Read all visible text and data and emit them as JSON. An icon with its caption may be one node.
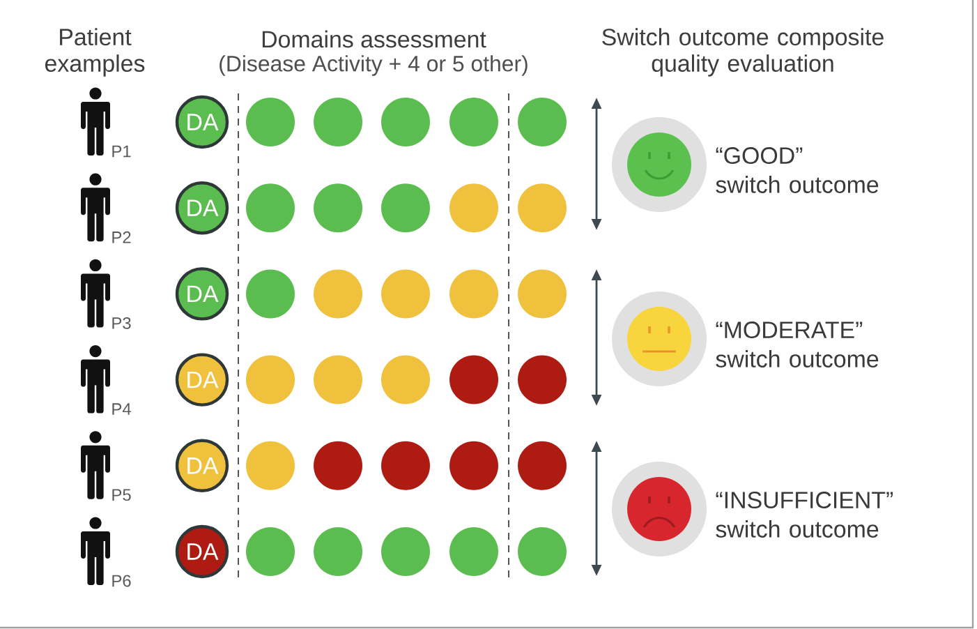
{
  "diagram": {
    "nodes": [
      {
        "text": [
          "DA"
        ]
      },
      {
        "text": [],
        "shape": "circle"
      },
      {
        "text": [],
        "shape": "circle"
      },
      {
        "text": [],
        "shape": "circle"
      },
      {
        "text": [],
        "shape": "circle"
      },
      {
        "text": [],
        "shape": "circle"
      },
      {
        "text": [
          "DA"
        ]
      },
      {
        "text": [],
        "shape": "circle"
      },
      {
        "text": [],
        "shape": "circle"
      },
      {
        "text": [],
        "shape": "circle"
      },
      {
        "text": [],
        "shape": "circle"
      },
      {
        "text": [],
        "shape": "circle"
      },
      {
        "text": [
          "DA"
        ]
      },
      {
        "text": [],
        "shape": "circle"
      },
      {
        "text": [],
        "shape": "circle"
      },
      {
        "text": [],
        "shape": "circle"
      },
      {
        "text": [],
        "shape": "circle"
      },
      {
        "text": [],
        "shape": "circle"
      },
      {
        "text": [
          "DA"
        ]
      },
      {
        "text": [],
        "shape": "circle"
      },
      {
        "text": [],
        "shape": "circle"
      },
      {
        "text": [],
        "shape": "circle"
      },
      {
        "text": [],
        "shape": "circle"
      },
      {
        "text": [],
        "shape": "circle"
      },
      {
        "text": [
          "DA"
        ]
      },
      {
        "text": [],
        "shape": "circle"
      },
      {
        "text": [],
        "shape": "circle"
      },
      {
        "text": [],
        "shape": "circle"
      },
      {
        "text": [],
        "shape": "circle"
      },
      {
        "text": [],
        "shape": "circle"
      },
      {
        "text": [
          "DA"
        ]
      },
      {
        "text": [],
        "shape": "circle"
      },
      {
        "text": [],
        "shape": "circle"
      },
      {
        "text": [],
        "shape": "circle"
      },
      {
        "text": [],
        "shape": "circle"
      },
      {
        "text": [],
        "shape": "circle"
      }
    ],
    "labels": [
      "Patient examples",
      "Domains assessment",
      "(Disease Activity + 4 or 5 other)",
      "Switch outcome composite quality evaluation",
      "P1",
      "P2",
      "P3",
      "P4",
      "P5",
      "P6",
      "“GOOD” switch outcome",
      "“MODERATE” switch outcome",
      "“INSUFFICIENT” switch outcome"
    ]
  }
}
